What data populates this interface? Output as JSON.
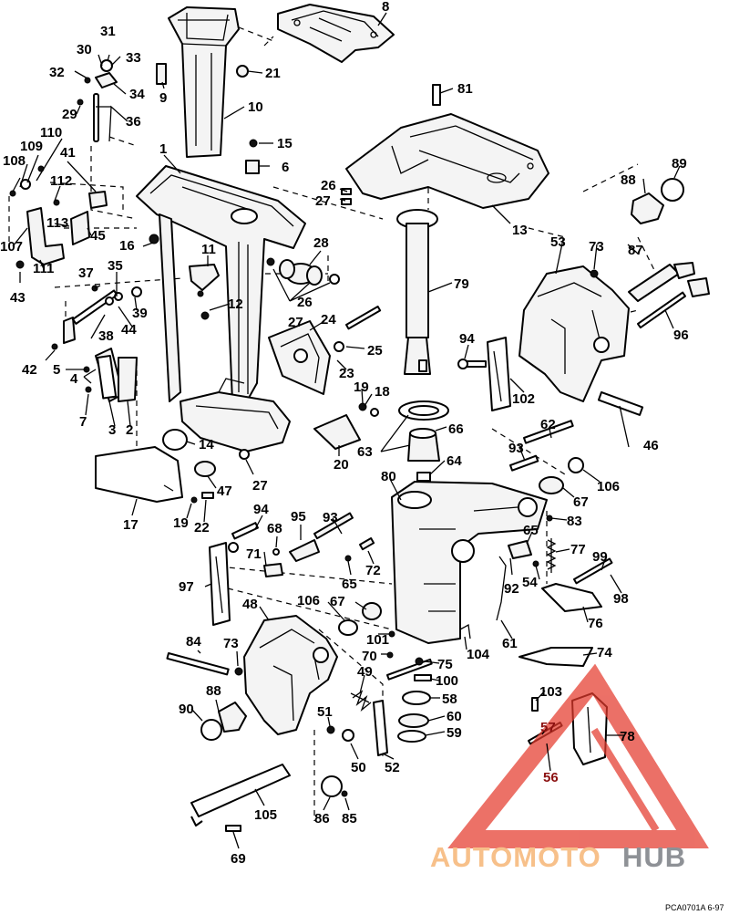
{
  "labels": {
    "l1": "1",
    "l2": "2",
    "l3": "3",
    "l4": "4",
    "l5": "5",
    "l6": "6",
    "l7": "7",
    "l8": "8",
    "l9": "9",
    "l10": "10",
    "l11": "11",
    "l12": "12",
    "l13": "13",
    "l14": "14",
    "l15": "15",
    "l16": "16",
    "l17": "17",
    "l18": "18",
    "l19a": "19",
    "l19b": "19",
    "l20": "20",
    "l21": "21",
    "l22": "22",
    "l23": "23",
    "l24": "24",
    "l25": "25",
    "l26a": "26",
    "l26b": "26",
    "l27a": "27",
    "l27b": "27",
    "l27c": "27",
    "l28": "28",
    "l29": "29",
    "l30": "30",
    "l31": "31",
    "l32": "32",
    "l33": "33",
    "l34": "34",
    "l35": "35",
    "l36": "36",
    "l37": "37",
    "l38": "38",
    "l39": "39",
    "l41": "41",
    "l42": "42",
    "l43": "43",
    "l44": "44",
    "l45": "45",
    "l46": "46",
    "l47": "47",
    "l48": "48",
    "l49": "49",
    "l50": "50",
    "l51": "51",
    "l52": "52",
    "l53": "53",
    "l54": "54",
    "l56": "56",
    "l57": "57",
    "l58": "58",
    "l59": "59",
    "l60": "60",
    "l61": "61",
    "l62": "62",
    "l63": "63",
    "l64": "64",
    "l65a": "65",
    "l65b": "65",
    "l66": "66",
    "l67a": "67",
    "l67b": "67",
    "l68": "68",
    "l69": "69",
    "l70": "70",
    "l71": "71",
    "l72": "72",
    "l73a": "73",
    "l73b": "73",
    "l74": "74",
    "l75": "75",
    "l76": "76",
    "l77": "77",
    "l78": "78",
    "l79": "79",
    "l80": "80",
    "l81": "81",
    "l83": "83",
    "l84": "84",
    "l85": "85",
    "l86": "86",
    "l87": "87",
    "l88a": "88",
    "l88b": "88",
    "l89": "89",
    "l90": "90",
    "l92": "92",
    "l93a": "93",
    "l93b": "93",
    "l94a": "94",
    "l94b": "94",
    "l95": "95",
    "l96": "96",
    "l97": "97",
    "l98": "98",
    "l99": "99",
    "l100": "100",
    "l101": "101",
    "l102": "102",
    "l103": "103",
    "l104": "104",
    "l105": "105",
    "l106a": "106",
    "l106b": "106",
    "l107": "107",
    "l108": "108",
    "l109": "109",
    "l110": "110",
    "l111": "111",
    "l112": "112",
    "l113": "113"
  },
  "watermark": {
    "auto": "AUTOMOTO",
    "hub": "HUB"
  },
  "drawing_code": "PCA0701A   6-97",
  "colors": {
    "watermark_red": "#e43a2d",
    "watermark_orange": "#f7c08a",
    "watermark_gray": "#8e9196"
  }
}
